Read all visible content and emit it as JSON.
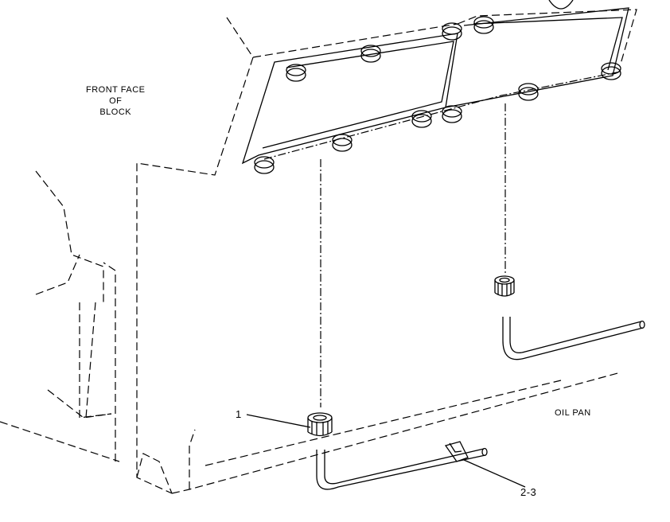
{
  "labels": {
    "front_face": [
      "FRONT FACE",
      "OF",
      "BLOCK"
    ],
    "oil_pan": "OIL PAN",
    "callout_1": "1",
    "callout_2_3": "2-3"
  }
}
